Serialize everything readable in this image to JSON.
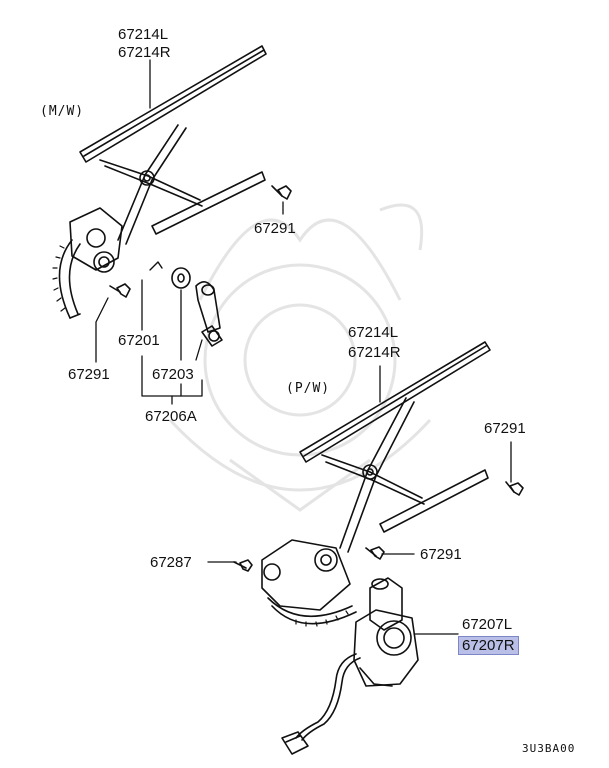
{
  "labels": {
    "part_67214L_top": "67214L",
    "part_67214R_top": "67214R",
    "mw_note": "(M/W)",
    "part_67291_a": "67291",
    "part_67291_b": "67291",
    "part_67201": "67201",
    "part_67203": "67203",
    "part_67206A": "67206A",
    "part_67214L_bot": "67214L",
    "part_67214R_bot": "67214R",
    "pw_note": "(P/W)",
    "part_67291_c": "67291",
    "part_67287": "67287",
    "part_67291_d": "67291",
    "part_67207L": "67207L",
    "part_67207R": "67207R",
    "diagram_code": "3U3BA00"
  },
  "colors": {
    "line": "#111111",
    "highlight": "#b9bfe6",
    "watermark": "#e6e6e6"
  }
}
